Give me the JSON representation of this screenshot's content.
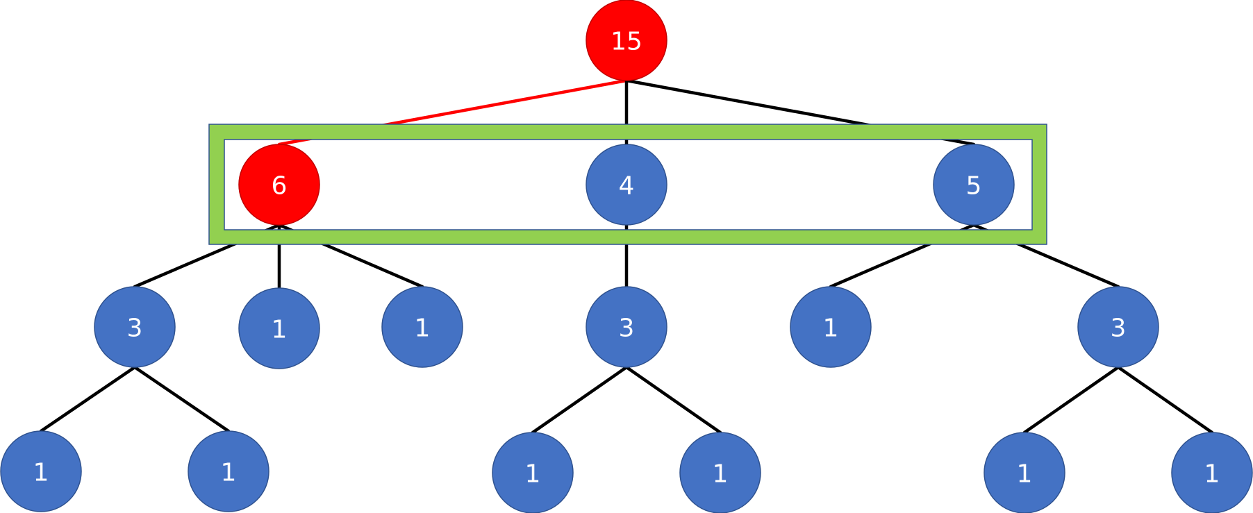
{
  "colors": {
    "node_default": "#4472C4",
    "node_highlight": "#FF0000",
    "node_stroke": "#2F528F",
    "edge_default": "#000000",
    "edge_highlight": "#FF0000",
    "selection_box": "#92D050",
    "label": "#FFFFFF"
  },
  "tree": {
    "nodes": [
      {
        "id": "n15",
        "label": "15",
        "highlight": true
      },
      {
        "id": "n6",
        "label": "6",
        "highlight": true
      },
      {
        "id": "n4",
        "label": "4",
        "highlight": false
      },
      {
        "id": "n5",
        "label": "5",
        "highlight": false
      },
      {
        "id": "n6a",
        "label": "3",
        "highlight": false
      },
      {
        "id": "n6b",
        "label": "1",
        "highlight": false
      },
      {
        "id": "n6c",
        "label": "1",
        "highlight": false
      },
      {
        "id": "n4a",
        "label": "3",
        "highlight": false
      },
      {
        "id": "n5a",
        "label": "1",
        "highlight": false
      },
      {
        "id": "n5b",
        "label": "3",
        "highlight": false
      },
      {
        "id": "n6a1",
        "label": "1",
        "highlight": false
      },
      {
        "id": "n6a2",
        "label": "1",
        "highlight": false
      },
      {
        "id": "n4a1",
        "label": "1",
        "highlight": false
      },
      {
        "id": "n4a2",
        "label": "1",
        "highlight": false
      },
      {
        "id": "n5b1",
        "label": "1",
        "highlight": false
      },
      {
        "id": "n5b2",
        "label": "1",
        "highlight": false
      }
    ],
    "edges": [
      {
        "from": "n15",
        "to": "n6",
        "highlight": true
      },
      {
        "from": "n15",
        "to": "n4",
        "highlight": false
      },
      {
        "from": "n15",
        "to": "n5",
        "highlight": false
      },
      {
        "from": "n6",
        "to": "n6a",
        "highlight": false
      },
      {
        "from": "n6",
        "to": "n6b",
        "highlight": false
      },
      {
        "from": "n6",
        "to": "n6c",
        "highlight": false
      },
      {
        "from": "n4",
        "to": "n4a",
        "highlight": false
      },
      {
        "from": "n5",
        "to": "n5a",
        "highlight": false
      },
      {
        "from": "n5",
        "to": "n5b",
        "highlight": false
      },
      {
        "from": "n6a",
        "to": "n6a1",
        "highlight": false
      },
      {
        "from": "n6a",
        "to": "n6a2",
        "highlight": false
      },
      {
        "from": "n4a",
        "to": "n4a1",
        "highlight": false
      },
      {
        "from": "n4a",
        "to": "n4a2",
        "highlight": false
      },
      {
        "from": "n5b",
        "to": "n5b1",
        "highlight": false
      },
      {
        "from": "n5b",
        "to": "n5b2",
        "highlight": false
      }
    ]
  }
}
